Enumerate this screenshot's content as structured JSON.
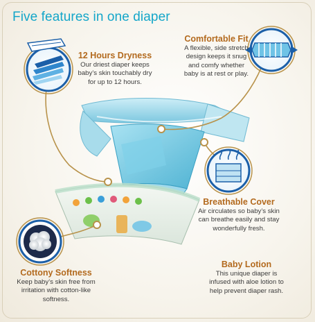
{
  "title": "Five features in one diaper",
  "features": [
    {
      "heading": "12 Hours Dryness",
      "lines": [
        "Our driest diaper keeps",
        "baby’s skin touchably dry",
        "for up to 12 hours."
      ],
      "icon": "dryness-layers-icon"
    },
    {
      "heading": "Comfortable Fit",
      "lines": [
        "A flexible, side stretch",
        "design keeps it snug",
        "and comfy whether",
        "baby is at rest or play."
      ],
      "icon": "side-stretch-icon"
    },
    {
      "heading": "Breathable Cover",
      "lines": [
        "Air circulates so baby’s skin",
        "can breathe easily and stay",
        "wonderfully fresh."
      ],
      "icon": "breathable-cover-icon"
    },
    {
      "heading": "Cottony Softness",
      "lines": [
        "Keep baby’s skin free from",
        "irritation with cotton-like",
        "softness."
      ],
      "icon": "cotton-ball-icon"
    },
    {
      "heading": "Baby Lotion",
      "lines": [
        "This unique diaper is",
        "infused with aloe lotion to",
        "help prevent diaper rash."
      ]
    }
  ],
  "colors": {
    "title": "#14a6c9",
    "heading": "#b36a1e",
    "body_text": "#3b3b3b",
    "callout_ring": "#b8924a",
    "icon_fill": "#1b5fa8",
    "diaper_blue": "#8fd3e6"
  }
}
